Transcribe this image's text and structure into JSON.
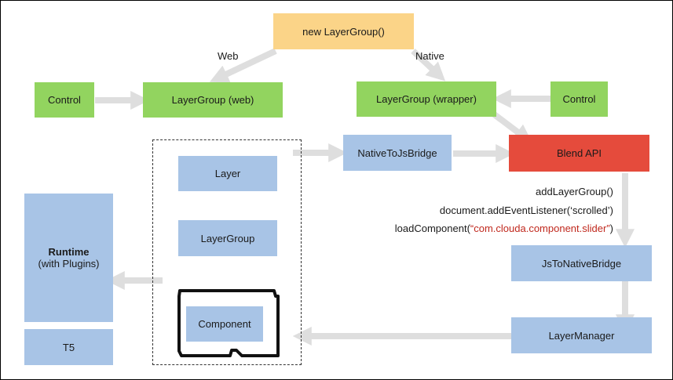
{
  "nodes": {
    "new_layergroup": "new LayerGroup()",
    "control_left": "Control",
    "layergroup_web": "LayerGroup (web)",
    "layergroup_wrapper": "LayerGroup (wrapper)",
    "control_right": "Control",
    "native_to_js": "NativeToJsBridge",
    "blend_api": "Blend API",
    "layer": "Layer",
    "layergroup": "LayerGroup",
    "component": "Component",
    "runtime_title": "Runtime",
    "runtime_sub": "(with Plugins)",
    "t5": "T5",
    "js_to_native": "JsToNativeBridge",
    "layer_manager": "LayerManager"
  },
  "labels": {
    "web": "Web",
    "native": "Native"
  },
  "api_calls": {
    "line1": "addLayerGroup()",
    "line2": "document.addEventListener(‘scrolled’)",
    "line3_prefix": "loadComponent(",
    "line3_arg": "“com.clouda.component.slider”",
    "line3_suffix": ")"
  },
  "colors": {
    "green": "#92d45f",
    "blue": "#a8c4e6",
    "orange": "#fbd488",
    "red": "#e54b3c",
    "arrow": "#dedede"
  }
}
